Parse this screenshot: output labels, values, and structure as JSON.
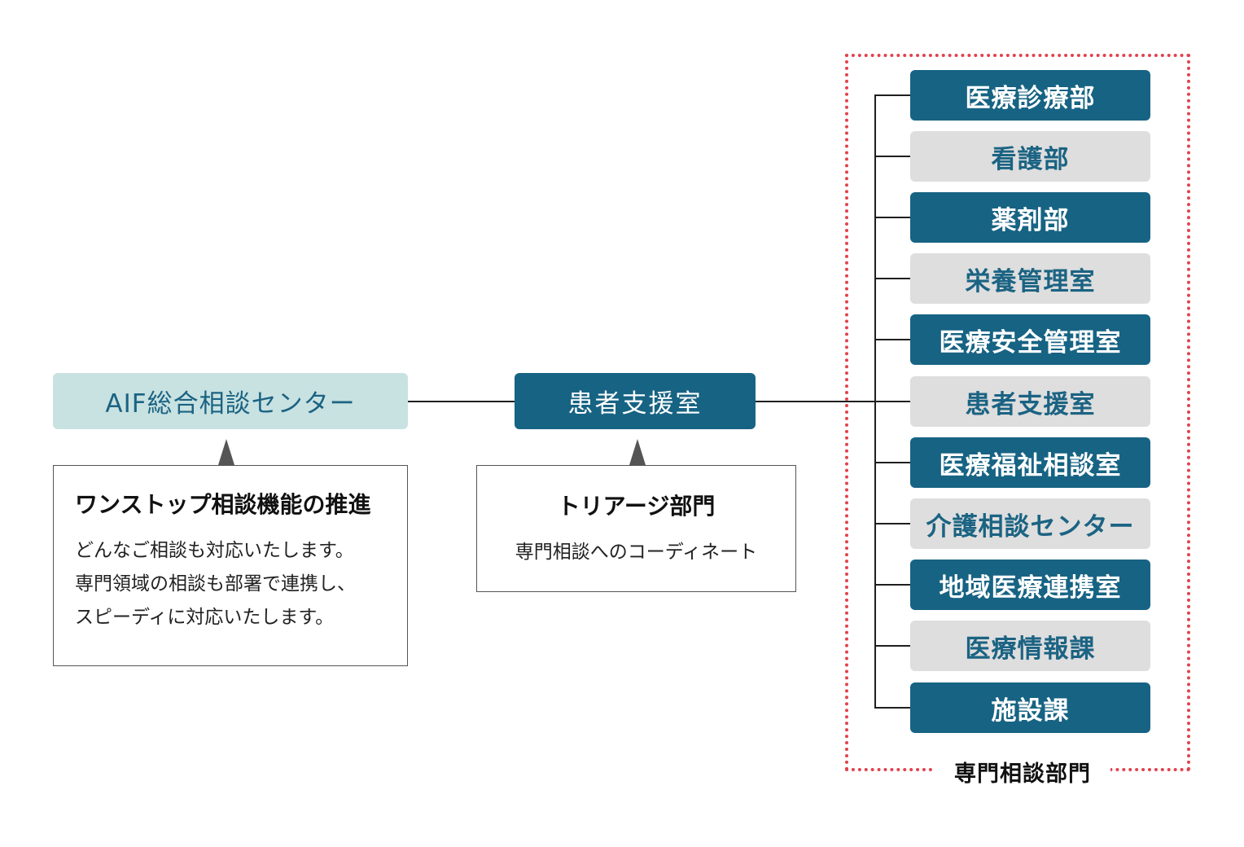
{
  "center": {
    "label": "AIF総合相談センター"
  },
  "center_desc": {
    "title": "ワンストップ相談機能の推進",
    "lines": [
      "どんなご相談も対応いたします。",
      "専門領域の相談も部署で連携し、",
      "スピーディに対応いたします。"
    ]
  },
  "support": {
    "label": "患者支援室"
  },
  "support_desc": {
    "title": "トリアージ部門",
    "body": "専門相談へのコーディネート"
  },
  "departments": {
    "group_label": "専門相談部門",
    "items": [
      {
        "label": "医療診療部",
        "style": "dark"
      },
      {
        "label": "看護部",
        "style": "light"
      },
      {
        "label": "薬剤部",
        "style": "dark"
      },
      {
        "label": "栄養管理室",
        "style": "light"
      },
      {
        "label": "医療安全管理室",
        "style": "dark"
      },
      {
        "label": "患者支援室",
        "style": "light"
      },
      {
        "label": "医療福祉相談室",
        "style": "dark"
      },
      {
        "label": "介護相談センター",
        "style": "light"
      },
      {
        "label": "地域医療連携室",
        "style": "dark"
      },
      {
        "label": "医療情報課",
        "style": "light"
      },
      {
        "label": "施設課",
        "style": "dark"
      }
    ]
  },
  "colors": {
    "dark_box": "#176383",
    "light_box": "#dedede",
    "center_box": "#c8e2e1",
    "frame": "#e0434d"
  }
}
